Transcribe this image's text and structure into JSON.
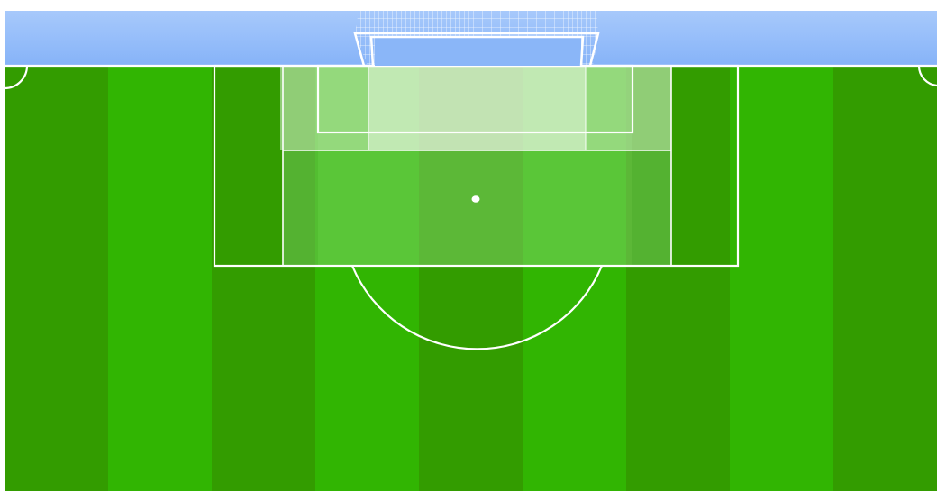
{
  "scene": "soccer-goal-area-diagram",
  "colors": {
    "sky_top": "#a7c9fb",
    "sky_bottom": "#86b3f8",
    "stripe_dark": "#339c00",
    "stripe_light": "#31b502",
    "line": "#ffffff",
    "zone_penalty_area_center": "#7dd36a",
    "zone_penalty_area_side": "#6fc45a",
    "zone_goal_area_center": "#e2f3de",
    "zone_goal_area_side": "#b6e6a6",
    "net": "#ffffff"
  },
  "pitch": {
    "stripe_count": 9,
    "marked_zones": [
      {
        "zone": "penalty-area-left-channel"
      },
      {
        "zone": "penalty-area-center"
      },
      {
        "zone": "penalty-area-right-channel"
      },
      {
        "zone": "goal-area-left"
      },
      {
        "zone": "goal-area-center"
      },
      {
        "zone": "goal-area-right"
      }
    ]
  }
}
